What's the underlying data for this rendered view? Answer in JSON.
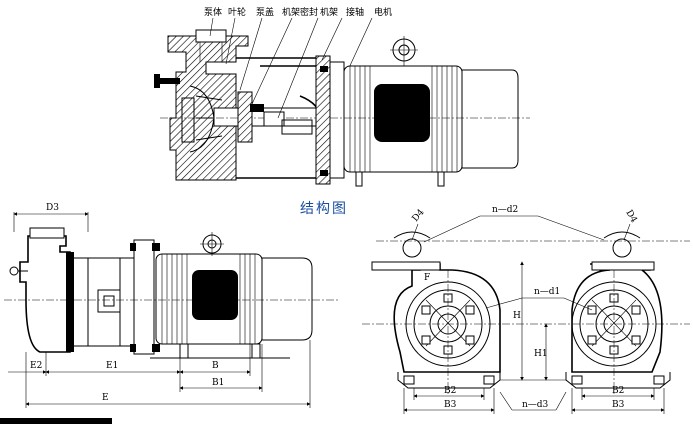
{
  "caption": "结构图",
  "parts": {
    "pump_body": "泵体",
    "impeller": "叶轮",
    "pump_cover": "泵盖",
    "frame_seal": "机架密封",
    "frame": "机架",
    "shaft_coupling": "接轴",
    "motor": "电机"
  },
  "side_view_dims": {
    "d3": "D3",
    "e2": "E2",
    "e1": "E1",
    "b": "B",
    "b1": "B1",
    "e": "E"
  },
  "front_view_dims": {
    "d4_left": "D4",
    "d4_right": "D4",
    "n_d2": "n—d2",
    "n_d1": "n—d1",
    "f": "F",
    "h": "H",
    "h1": "H1",
    "b2_left": "B2",
    "b3_left": "B3",
    "n_d3": "n—d3",
    "b2_right": "B2",
    "b3_right": "B3"
  }
}
